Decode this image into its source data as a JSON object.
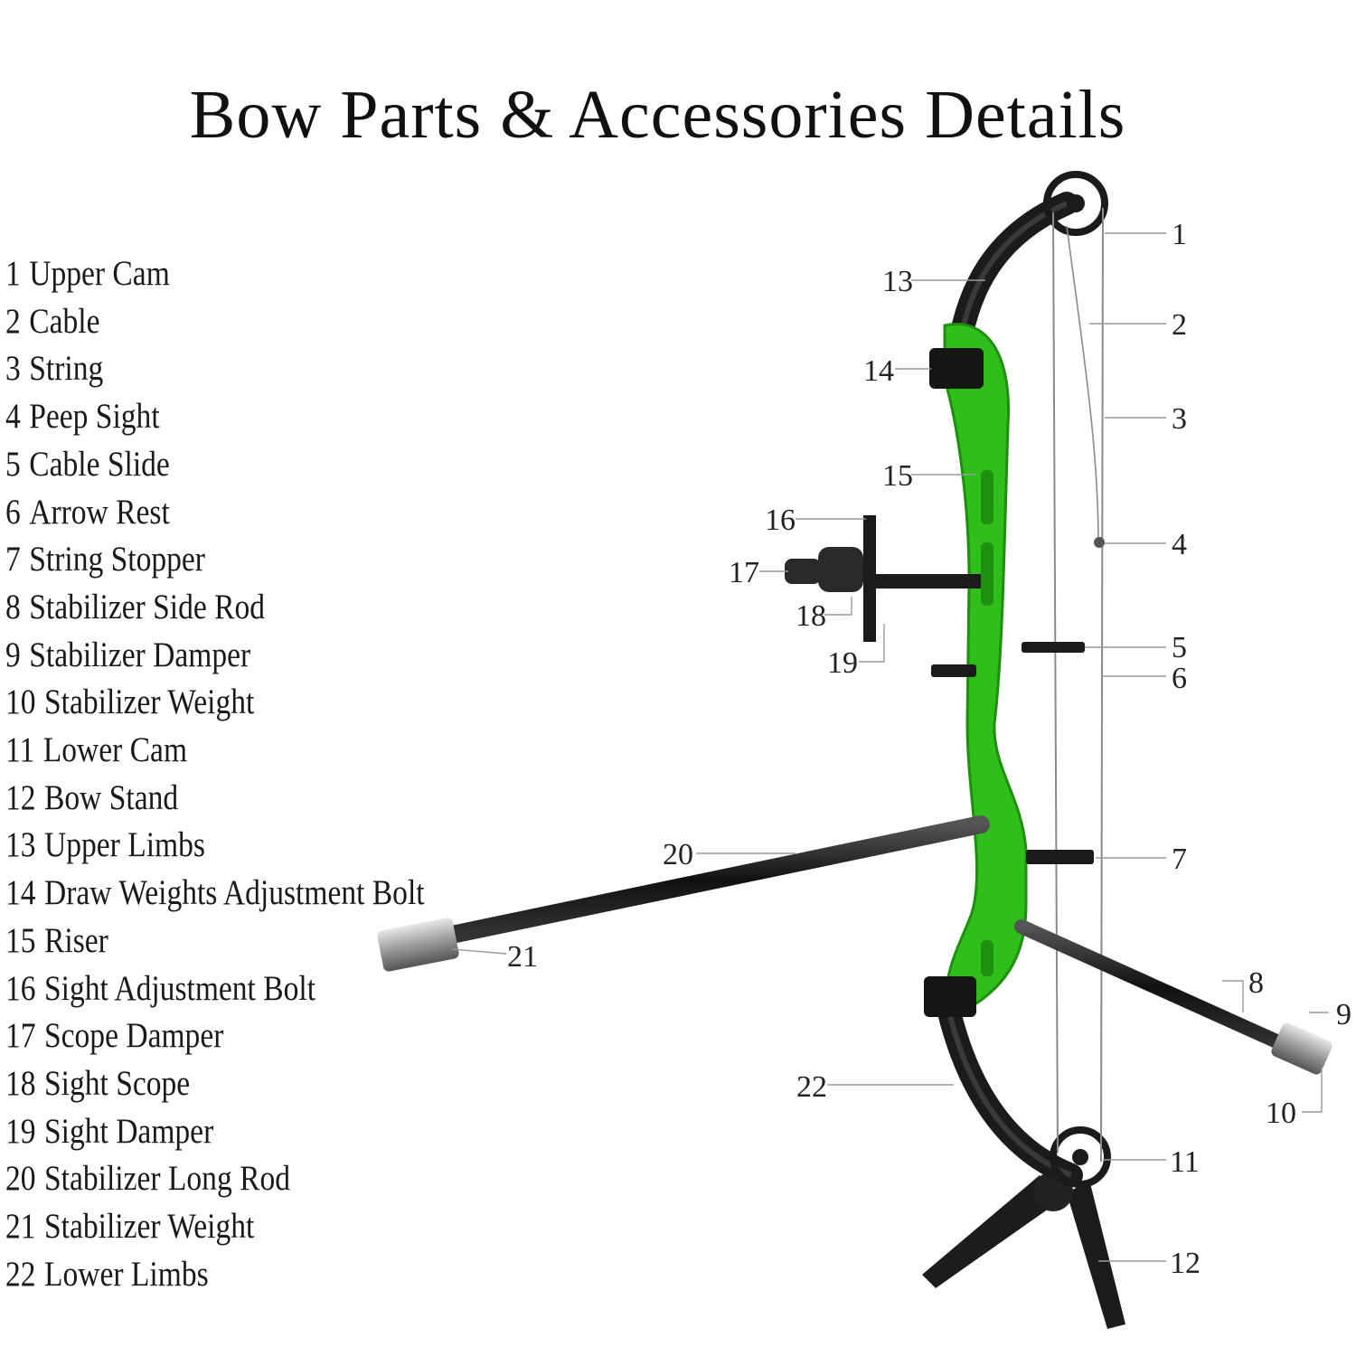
{
  "title": "Bow Parts & Accessories Details",
  "parts": [
    {
      "num": "1",
      "name": "Upper Cam"
    },
    {
      "num": "2",
      "name": "Cable"
    },
    {
      "num": "3",
      "name": "String"
    },
    {
      "num": "4",
      "name": "Peep Sight"
    },
    {
      "num": "5",
      "name": "Cable Slide"
    },
    {
      "num": "6",
      "name": "Arrow Rest"
    },
    {
      "num": "7",
      "name": "String Stopper"
    },
    {
      "num": "8",
      "name": "Stabilizer Side Rod"
    },
    {
      "num": "9",
      "name": "Stabilizer Damper"
    },
    {
      "num": "10",
      "name": "Stabilizer Weight"
    },
    {
      "num": "11",
      "name": "Lower Cam"
    },
    {
      "num": "12",
      "name": "Bow Stand"
    },
    {
      "num": "13",
      "name": "Upper Limbs"
    },
    {
      "num": "14",
      "name": "Draw Weights Adjustment Bolt"
    },
    {
      "num": "15",
      "name": "Riser"
    },
    {
      "num": "16",
      "name": "Sight Adjustment Bolt"
    },
    {
      "num": "17",
      "name": "Scope Damper"
    },
    {
      "num": "18",
      "name": "Sight Scope"
    },
    {
      "num": "19",
      "name": "Sight Damper"
    },
    {
      "num": "20",
      "name": "Stabilizer Long Rod"
    },
    {
      "num": "21",
      "name": "Stabilizer Weight"
    },
    {
      "num": "22",
      "name": "Lower Limbs"
    }
  ],
  "callouts": [
    "1",
    "2",
    "3",
    "4",
    "5",
    "6",
    "7",
    "8",
    "9",
    "10",
    "11",
    "12",
    "13",
    "14",
    "15",
    "16",
    "17",
    "18",
    "19",
    "20",
    "21",
    "22"
  ],
  "colors": {
    "riser": "#2fbe1a",
    "riser_shadow": "#1f8f0f",
    "limb": "#1b1b1b",
    "string": "#8a8a8a",
    "leader": "#9a9a9a"
  }
}
